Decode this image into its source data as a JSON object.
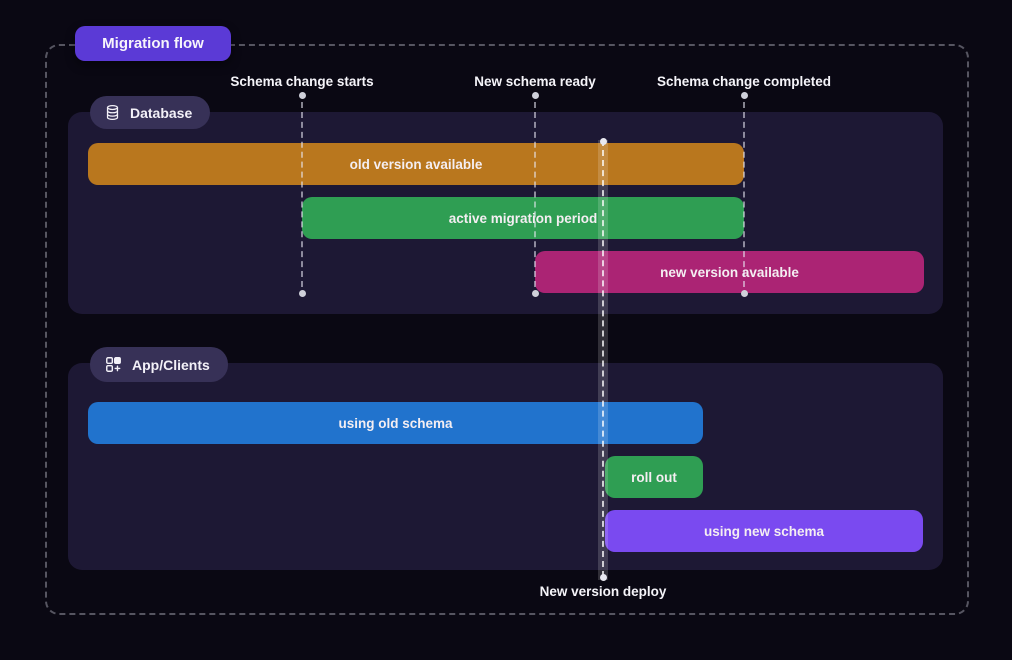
{
  "title": "Migration flow",
  "milestones": [
    {
      "label": "Schema change starts"
    },
    {
      "label": "New schema ready"
    },
    {
      "label": "Schema change completed"
    }
  ],
  "deploy_marker": {
    "label": "New version deploy"
  },
  "lanes": [
    {
      "name": "Database",
      "icon": "database-icon",
      "bars": [
        {
          "label": "old version available",
          "color": "#b9771e"
        },
        {
          "label": "active migration period",
          "color": "#2f9e53"
        },
        {
          "label": "new version available",
          "color": "#ab2474"
        }
      ]
    },
    {
      "name": "App/Clients",
      "icon": "squares-plus-icon",
      "bars": [
        {
          "label": "using old schema",
          "color": "#2173cd"
        },
        {
          "label": "roll out",
          "color": "#2f9e53"
        },
        {
          "label": "using new schema",
          "color": "#7a4af0"
        }
      ]
    }
  ],
  "colors": {
    "page_bg": "#0a0813",
    "panel_bg": "#1d1834",
    "title_badge_bg": "#5b3ad6",
    "lane_badge_bg": "#373157",
    "frame_border": "#96969f",
    "bar_old_version": "#b9771e",
    "bar_active_migration": "#2f9e53",
    "bar_new_version": "#ab2474",
    "bar_using_old_schema": "#2173cd",
    "bar_roll_out": "#2f9e53",
    "bar_using_new_schema": "#7a4af0"
  }
}
